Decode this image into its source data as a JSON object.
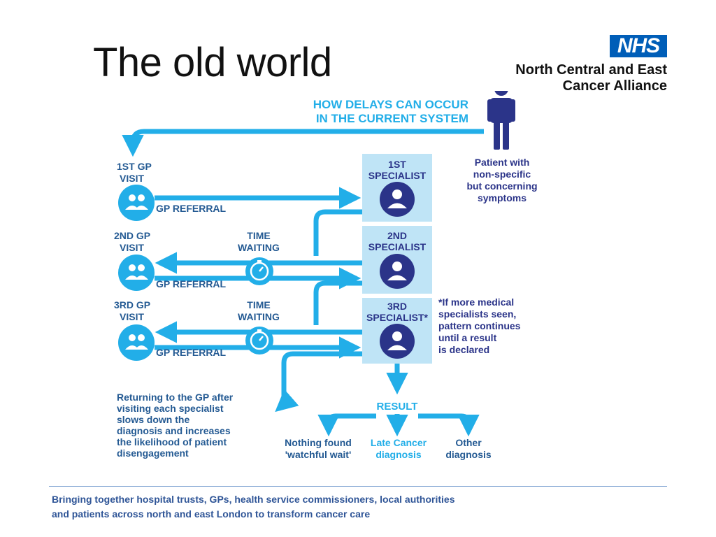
{
  "title": "The old world",
  "org": {
    "logo": "NHS",
    "line1": "North Central and East",
    "line2": "Cancer Alliance"
  },
  "colors": {
    "blue": "#22aee8",
    "dark_blue": "#245a93",
    "navy": "#2b3489",
    "panel": "#bfe4f6",
    "footer": "#2f5597",
    "nhs_blue": "#005eb8"
  },
  "infographic": {
    "heading_line1": "HOW DELAYS CAN OCCUR",
    "heading_line2": "IN THE CURRENT SYSTEM",
    "patient_lines": [
      "Patient with",
      "non-specific",
      "but concerning",
      "symptoms"
    ],
    "gp_visits": [
      {
        "line1": "1ST GP",
        "line2": "VISIT"
      },
      {
        "line1": "2ND GP",
        "line2": "VISIT"
      },
      {
        "line1": "3RD GP",
        "line2": "VISIT"
      }
    ],
    "gp_referral": "GP REFERRAL",
    "time_waiting_line1": "TIME",
    "time_waiting_line2": "WAITING",
    "specialists": [
      {
        "line1": "1ST",
        "line2": "SPECIALIST"
      },
      {
        "line1": "2ND",
        "line2": "SPECIALIST"
      },
      {
        "line1": "3RD",
        "line2": "SPECIALIST*"
      }
    ],
    "note_lines": [
      "*If more medical",
      "specialists seen,",
      "pattern continues",
      "until a result",
      "is declared"
    ],
    "return_lines": [
      "Returning to the GP after",
      "visiting each specialist",
      "slows down the",
      "diagnosis and increases",
      "the likelihood of patient",
      "disengagement"
    ],
    "result": "RESULT",
    "outcomes": [
      {
        "line1": "Nothing found",
        "line2": "'watchful wait'"
      },
      {
        "line1": "Late Cancer",
        "line2": "diagnosis"
      },
      {
        "line1": "Other",
        "line2": "diagnosis"
      }
    ],
    "icons": [
      "person-icon",
      "gp-group-icon",
      "doctor-icon",
      "stopwatch-icon",
      "arrow-icon"
    ]
  },
  "footer": {
    "line1": "Bringing together hospital trusts, GPs, health service commissioners, local authorities",
    "line2": "and patients across north and east London to transform cancer care"
  }
}
